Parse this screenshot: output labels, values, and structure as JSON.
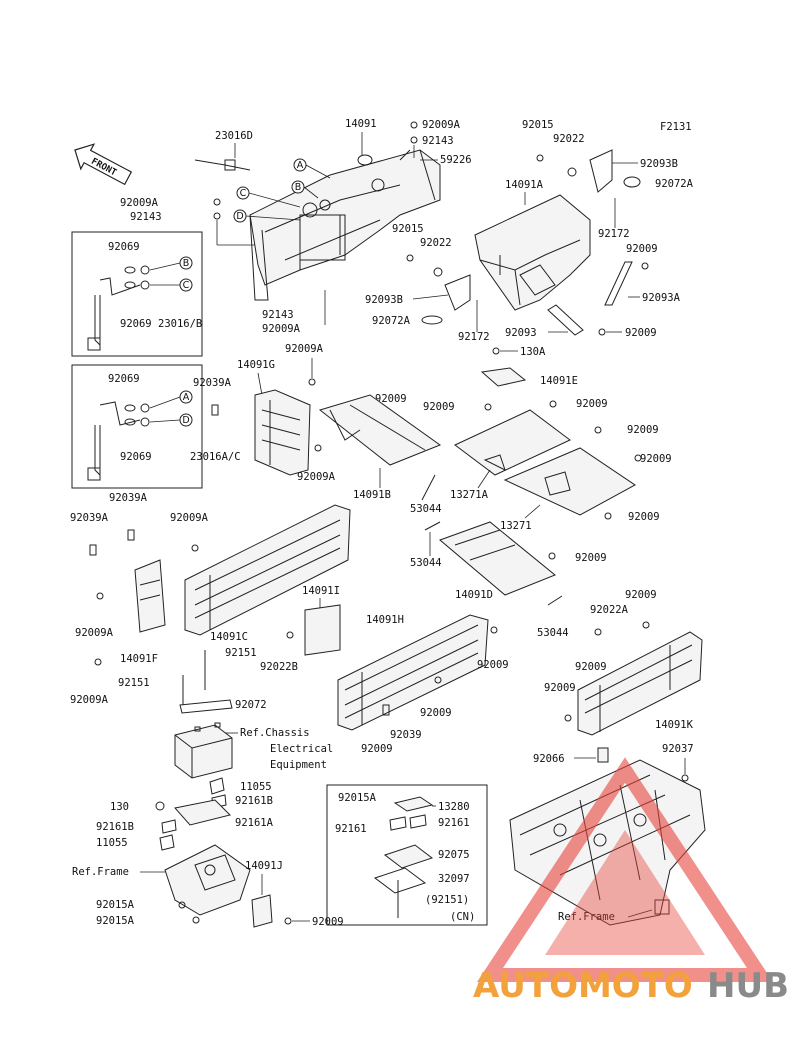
{
  "figure_code": "F2131",
  "front_label": "FRONT",
  "callouts": [
    "A",
    "B",
    "C",
    "D"
  ],
  "part_labels": {
    "p14091": "14091",
    "p92009A_top": "92009A",
    "p92143_top": "92143",
    "p59226": "59226",
    "p23016D": "23016D",
    "p92009A_l": "92009A",
    "p92143_l": "92143",
    "p92015_a": "92015",
    "p92022_a": "92022",
    "p92093B_a": "92093B",
    "p92072A_a": "92072A",
    "p92172_a": "92172",
    "p92143_b": "92143",
    "p92009A_b": "92009A",
    "p92015_r": "92015",
    "p92022_r": "92022",
    "p92093B_r": "92093B",
    "p92072A_r": "92072A",
    "p14091A": "14091A",
    "p92172_r": "92172",
    "p92009_r1": "92009",
    "p92093A": "92093A",
    "p92093": "92093",
    "p92009_r2": "92009",
    "p92069_1": "92069",
    "p92069_2": "92069",
    "p23016B": "23016/B",
    "p92069_3": "92069",
    "p92069_4": "92069",
    "p23016AC": "23016A/C",
    "p130A": "130A",
    "p14091E": "14091E",
    "p92009A_g": "92009A",
    "p14091G": "14091G",
    "p92039A_g": "92039A",
    "p92009_m1": "92009",
    "p92009_m2": "92009",
    "p92009_m3": "92009",
    "p92009_m4": "92009",
    "p92009_m5": "92009",
    "p92009A_m": "92009A",
    "p14091B": "14091B",
    "p13271A": "13271A",
    "p53044_1": "53044",
    "p13271": "13271",
    "p92009_m6": "92009",
    "p92039A_c1": "92039A",
    "p92039A_c2": "92039A",
    "p92009A_c": "92009A",
    "p53044_2": "53044",
    "p92009_m7": "92009",
    "p14091D": "14091D",
    "p53044_3": "53044",
    "p92009A_c3": "92009A",
    "p14091C": "14091C",
    "p14091I": "14091I",
    "p14091H": "14091H",
    "p92009_k1": "92009",
    "p92022A": "92022A",
    "p92009_k2": "92009",
    "p92009_k3": "92009",
    "p92009_k4": "92009",
    "p14091K": "14091K",
    "p14091F": "14091F",
    "p92151_1": "92151",
    "p92022B": "92022B",
    "p92151_2": "92151",
    "p92009A_f": "92009A",
    "p92072": "92072",
    "p92009_h1": "92009",
    "p92039": "92039",
    "p92009_h2": "92009",
    "p92066": "92066",
    "p92037": "92037",
    "p11055_1": "11055",
    "p92161B_1": "92161B",
    "p130": "130",
    "p92161B_2": "92161B",
    "p92161A": "92161A",
    "p11055_2": "11055",
    "p92015A_box": "92015A",
    "p13280": "13280",
    "p92161_1": "92161",
    "p92161_2": "92161",
    "p92075": "92075",
    "p32097": "32097",
    "p92151_box": "(92151)",
    "p_cn": "(CN)",
    "p14091J": "14091J",
    "p92015A_1": "92015A",
    "p92015A_2": "92015A",
    "p92009_j": "92009"
  },
  "ref_labels": {
    "chassis_line1": "Ref.Chassis",
    "chassis_line2": "Electrical",
    "chassis_line3": "Equipment",
    "frame_left": "Ref.Frame",
    "frame_right": "Ref.Frame"
  },
  "watermark": {
    "part1": "AUTOMOTO",
    "part2": "HUB",
    "color1": "#f3a13a",
    "color2": "#8a8a8a",
    "triangle_color": "#e8453c"
  }
}
